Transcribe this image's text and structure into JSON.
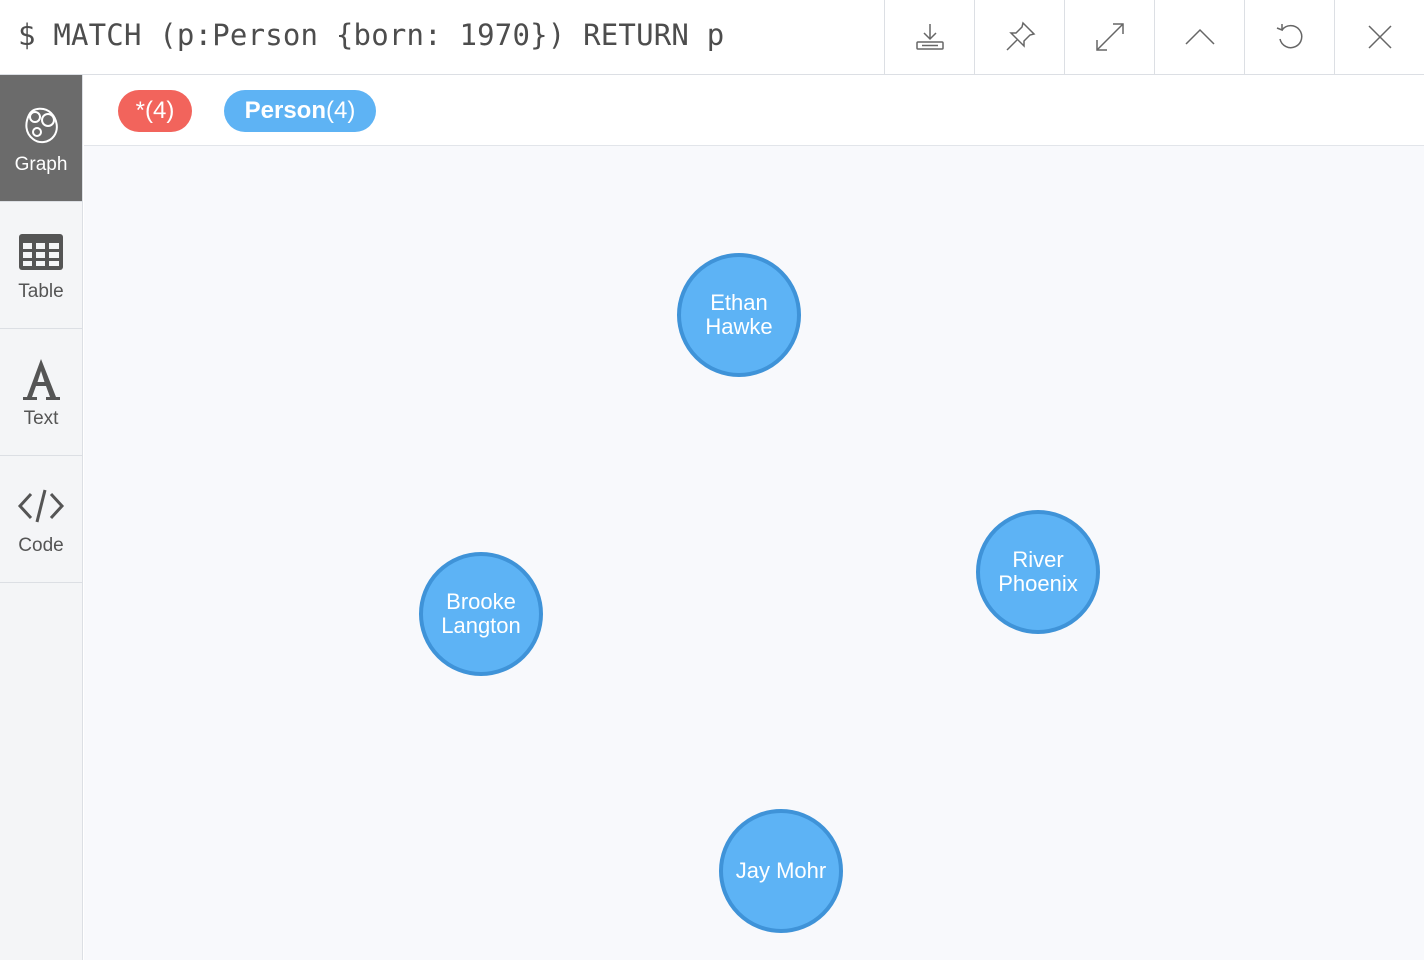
{
  "query": {
    "text": "$ MATCH (p:Person {born: 1970}) RETURN p"
  },
  "toolbar": {
    "buttons": [
      {
        "icon": "download-icon"
      },
      {
        "icon": "pin-icon"
      },
      {
        "icon": "expand-icon"
      },
      {
        "icon": "collapse-up-icon"
      },
      {
        "icon": "rerun-icon"
      },
      {
        "icon": "close-icon"
      }
    ]
  },
  "sidebar": {
    "items": [
      {
        "label": "Graph",
        "icon": "graph-icon",
        "active": true
      },
      {
        "label": "Table",
        "icon": "table-icon"
      },
      {
        "label": "Text",
        "icon": "text-icon"
      },
      {
        "label": "Code",
        "icon": "code-icon"
      }
    ]
  },
  "labels": {
    "all": {
      "name": "*",
      "count": "(4)",
      "color": "#f2645c"
    },
    "person": {
      "name": "Person",
      "count": "(4)",
      "color": "#5eb3f4"
    }
  },
  "graph": {
    "nodes": [
      {
        "line1": "Ethan",
        "line2": "Hawke"
      },
      {
        "line1": "River",
        "line2": "Phoenix"
      },
      {
        "line1": "Brooke",
        "line2": "Langton"
      },
      {
        "line1": "Jay Mohr",
        "line2": ""
      }
    ],
    "node_color": "#5db3f5",
    "node_border": "#3f93d8"
  }
}
